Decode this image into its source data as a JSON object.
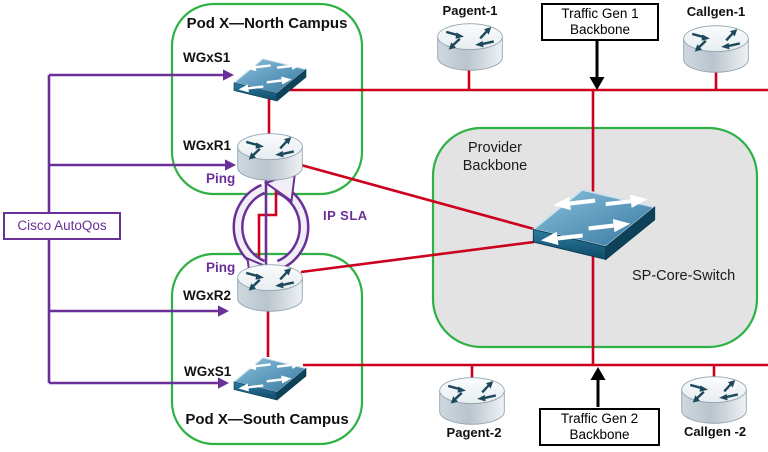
{
  "colors": {
    "link_red": "#cc001e",
    "qos_purple": "#6a3097",
    "pod_green": "#2eb145",
    "provider_gray": "#e3e3e3",
    "device_teal": "#1c4a5c"
  },
  "autoqos": {
    "label": "Cisco AutoQos"
  },
  "pod_north": {
    "title": "Pod X—North Campus",
    "switch_label": "WGxS1",
    "router_label": "WGxR1"
  },
  "pod_south": {
    "title": "Pod X—South Campus",
    "router_label": "WGxR2",
    "switch_label": "WGxS1"
  },
  "sla": {
    "ping_top": "Ping",
    "ping_bottom": "Ping",
    "label": "IP SLA"
  },
  "provider": {
    "title_line1": "Provider",
    "title_line2": "Backbone",
    "core_switch_label": "SP-Core-Switch"
  },
  "traffic_gen_1": {
    "line1": "Traffic Gen 1",
    "line2": "Backbone"
  },
  "traffic_gen_2": {
    "line1": "Traffic Gen 2",
    "line2": "Backbone"
  },
  "devices": {
    "pagent1": "Pagent-1",
    "callgen1": "Callgen-1",
    "pagent2": "Pagent-2",
    "callgen2": "Callgen -2"
  }
}
